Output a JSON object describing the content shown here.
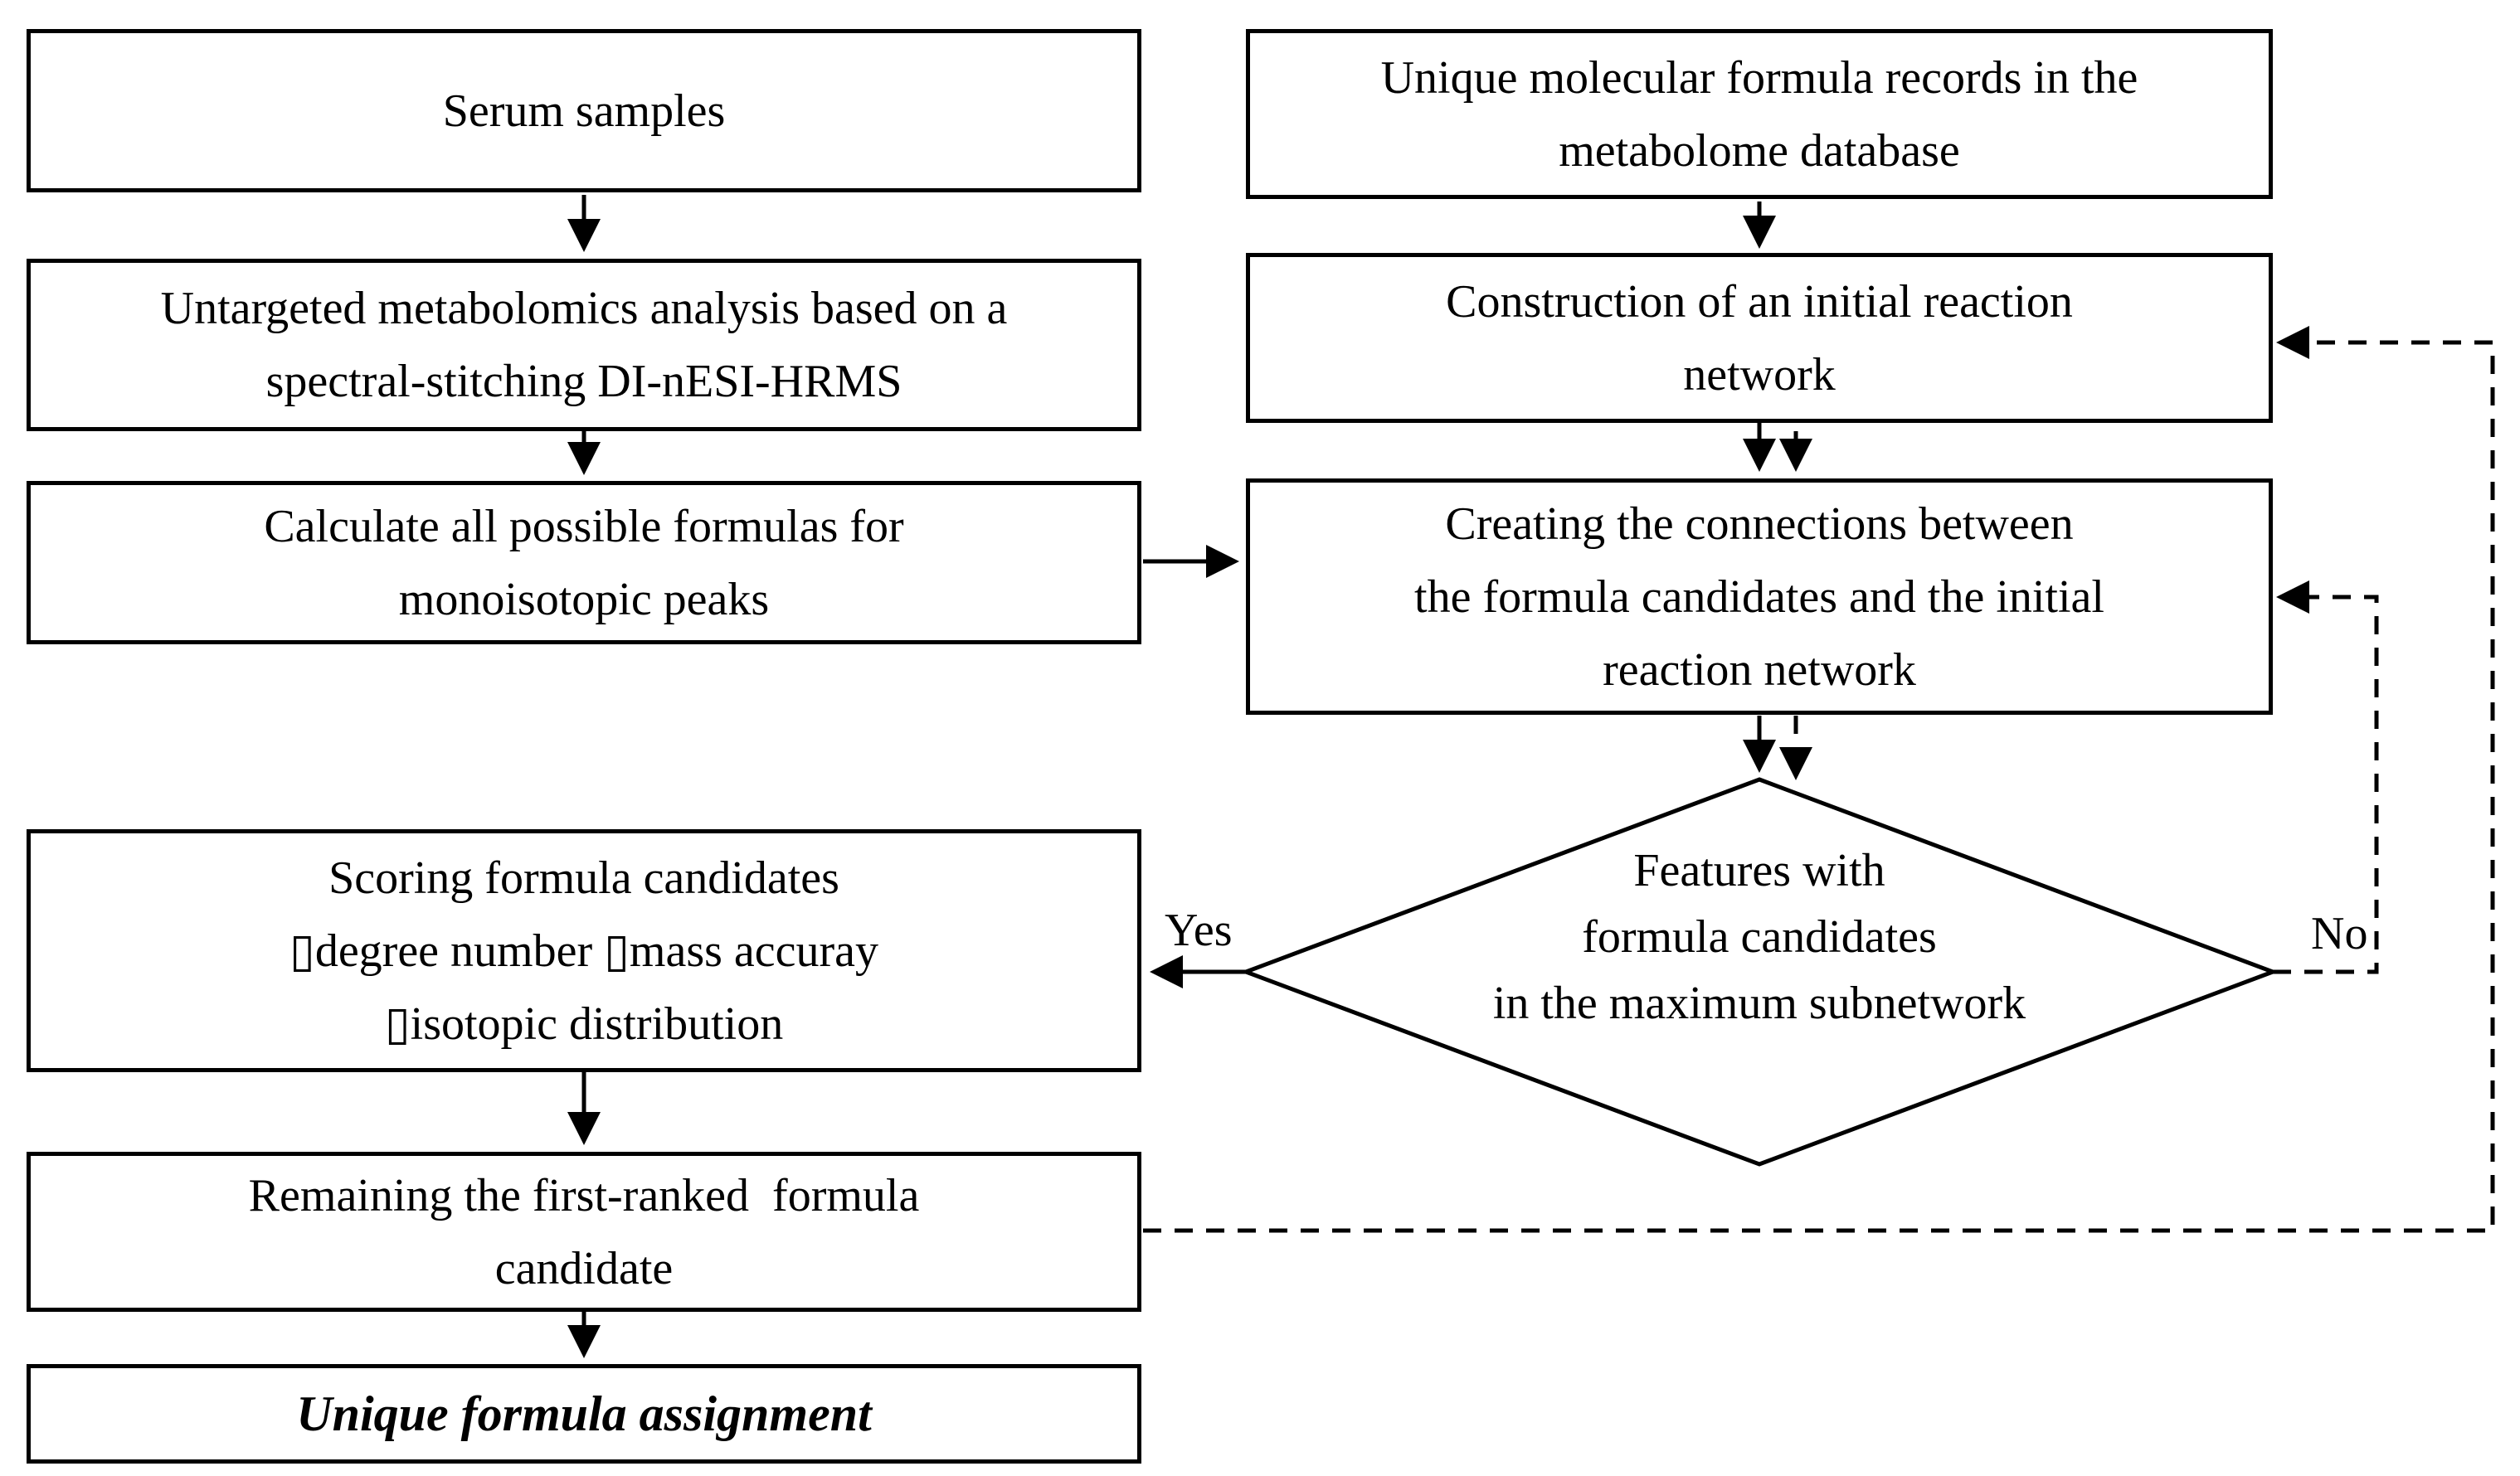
{
  "figure": {
    "type": "flowchart",
    "colors": {
      "ink": "#000000",
      "paper": "#ffffff"
    }
  },
  "nodes": {
    "serum": {
      "shape": "process",
      "lines": [
        "Serum samples"
      ]
    },
    "untargeted": {
      "shape": "process",
      "lines": [
        "Untargeted metabolomics analysis based on a",
        "spectral-stitching DI-nESI-HRMS"
      ]
    },
    "calculate": {
      "shape": "process",
      "lines": [
        "Calculate all possible formulas for",
        "monoisotopic peaks"
      ]
    },
    "scoring": {
      "shape": "process",
      "lines": [
        "Scoring formula candidates",
        "▯degree number ▯mass accuray",
        "▯isotopic distribution"
      ]
    },
    "remaining": {
      "shape": "process",
      "lines": [
        "Remaining the first-ranked  formula",
        "candidate"
      ]
    },
    "unique_assignment": {
      "shape": "terminal",
      "lines": [
        "Unique formula assignment"
      ]
    },
    "records": {
      "shape": "process",
      "lines": [
        "Unique molecular formula records in the",
        "metabolome database"
      ]
    },
    "construction": {
      "shape": "process",
      "lines": [
        "Construction of an initial reaction",
        "network"
      ]
    },
    "creating": {
      "shape": "process",
      "lines": [
        "Creating the connections between",
        "the formula candidates and the initial",
        "reaction network"
      ]
    },
    "decision": {
      "shape": "decision",
      "lines": [
        "Features with",
        "formula candidates",
        "in the maximum subnetwork"
      ]
    }
  },
  "edge_labels": {
    "yes": "Yes",
    "no": "No"
  },
  "edges": [
    {
      "from": "serum",
      "to": "untargeted",
      "style": "solid"
    },
    {
      "from": "untargeted",
      "to": "calculate",
      "style": "solid"
    },
    {
      "from": "calculate",
      "to": "creating",
      "style": "solid"
    },
    {
      "from": "records",
      "to": "construction",
      "style": "solid"
    },
    {
      "from": "construction",
      "to": "creating",
      "style": "solid"
    },
    {
      "from": "construction",
      "to": "creating",
      "style": "dashed"
    },
    {
      "from": "creating",
      "to": "decision",
      "style": "solid"
    },
    {
      "from": "creating",
      "to": "decision",
      "style": "dashed"
    },
    {
      "from": "decision",
      "to": "scoring",
      "style": "solid",
      "label": "Yes"
    },
    {
      "from": "decision",
      "to": "creating",
      "style": "dashed",
      "label": "No"
    },
    {
      "from": "scoring",
      "to": "remaining",
      "style": "solid"
    },
    {
      "from": "remaining",
      "to": "unique_assignment",
      "style": "solid"
    },
    {
      "from": "remaining",
      "to": "construction",
      "style": "dashed"
    }
  ]
}
